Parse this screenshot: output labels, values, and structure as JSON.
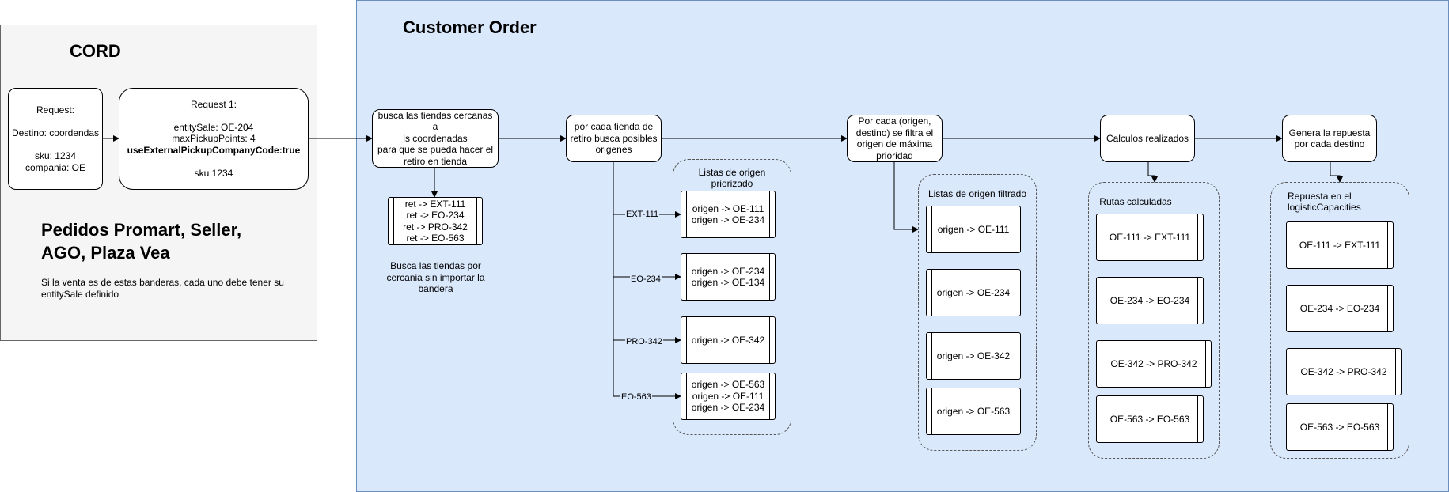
{
  "cord": {
    "title": "CORD",
    "request_box": [
      "Request:",
      "",
      "Destino: coordendas",
      "",
      "sku: 1234",
      "compania: OE"
    ],
    "request1_box": [
      "Request 1:",
      "",
      "entitySale: OE-204",
      "maxPickupPoints: 4",
      "useExternalPickupCompanyCode:true",
      "",
      "sku 1234"
    ],
    "brands_title": "Pedidos Promart, Seller, AGO, Plaza Vea",
    "brands_note": "Si la venta es de estas banderas, cada uno debe tener su entitySale definido"
  },
  "customer_order": {
    "title": "Customer Order",
    "step1": [
      "busca las tiendas cercanas a",
      "ls coordenadas",
      "para que se pueda hacer el",
      "retiro en tienda"
    ],
    "step1_results": [
      "ret -> EXT-111",
      "ret -> EO-234",
      "ret -> PRO-342",
      "ret -> EO-563"
    ],
    "step1_note": "Busca las tiendas por cercania sin importar la bandera",
    "step2": [
      "por cada tienda de",
      "retiro busca posibles",
      "origenes"
    ],
    "edge_labels": [
      "EXT-111",
      "EO-234",
      "PRO-342",
      "EO-563"
    ],
    "prioritized_group": "Listas de origen priorizado",
    "prioritized_lists": [
      [
        "origen -> OE-111",
        "origen -> OE-234"
      ],
      [
        "origen -> OE-234",
        "origen -> OE-134"
      ],
      [
        "origen -> OE-342"
      ],
      [
        "origen -> OE-563",
        "origen -> OE-111",
        "origen -> OE-234"
      ]
    ],
    "step3": [
      "Por cada (origen,",
      "destino) se filtra el",
      "origen de máxima",
      "prioridad"
    ],
    "filtered_group": "Listas de origen filtrado",
    "filtered_lists": [
      "origen -> OE-111",
      "origen -> OE-234",
      "origen -> OE-342",
      "origen -> OE-563"
    ],
    "step4": "Calculos realizados",
    "routes_group": "Rutas calculadas",
    "routes": [
      "OE-111 -> EXT-111",
      "OE-234 -> EO-234",
      "OE-342 -> PRO-342",
      "OE-563 -> EO-563"
    ],
    "step5": [
      "Genera la repuesta",
      "por cada destino"
    ],
    "response_group": "Repuesta en el logisticCapacities",
    "responses": [
      "OE-111 -> EXT-111",
      "OE-234 -> EO-234",
      "OE-342 -> PRO-342",
      "OE-563 -> EO-563"
    ]
  }
}
